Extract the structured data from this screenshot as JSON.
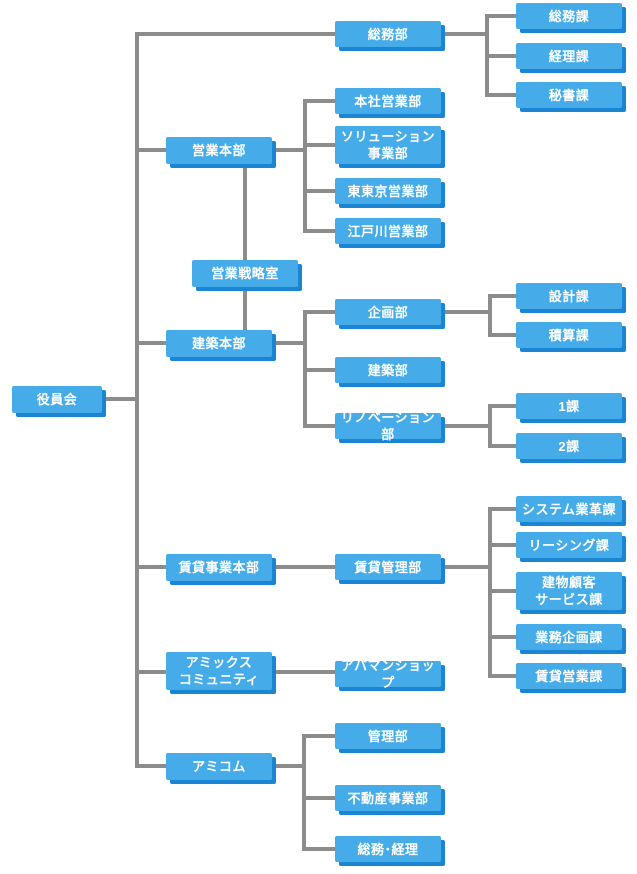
{
  "colors": {
    "accent": "#46ACE9",
    "shadow": "#1A85D3",
    "line": "#8C8C8C",
    "text": "#ffffff",
    "background": "#ffffff"
  },
  "nodes": {
    "yakuinkai": {
      "label": "役員会"
    },
    "soumu_bu": {
      "label": "総務部"
    },
    "soumu_ka": {
      "label": "総務課"
    },
    "keiri_ka": {
      "label": "経理課"
    },
    "hisho_ka": {
      "label": "秘書課"
    },
    "eigyo_honbu": {
      "label": "営業本部"
    },
    "honsha_eigyo_bu": {
      "label": "本社営業部"
    },
    "solution_jigyo_bu": {
      "label": "ソリューション\n事業部"
    },
    "higashi_tokyo_eigyo_bu": {
      "label": "東東京営業部"
    },
    "edogawa_eigyo_bu": {
      "label": "江戸川営業部"
    },
    "eigyo_senryaku_shitsu": {
      "label": "営業戦略室"
    },
    "kenchiku_honbu": {
      "label": "建築本部"
    },
    "kikaku_bu": {
      "label": "企画部"
    },
    "sekkei_ka": {
      "label": "設計課"
    },
    "sekisan_ka": {
      "label": "積算課"
    },
    "kenchiku_bu": {
      "label": "建築部"
    },
    "renovation_bu": {
      "label": "リノベーション部"
    },
    "ka_1": {
      "label": "1課"
    },
    "ka_2": {
      "label": "2課"
    },
    "chintai_jigyo_honbu": {
      "label": "賃貸事業本部"
    },
    "chintai_kanri_bu": {
      "label": "賃貸管理部"
    },
    "system_gyokaku_ka": {
      "label": "システム業革課"
    },
    "leasing_ka": {
      "label": "リーシング課"
    },
    "tatemono_kokyaku_service_ka": {
      "label": "建物顧客\nサービス課"
    },
    "gyomu_kikaku_ka": {
      "label": "業務企画課"
    },
    "chintai_eigyo_ka": {
      "label": "賃貸営業課"
    },
    "amix_community": {
      "label": "アミックス\nコミュニティ"
    },
    "apaman_shop": {
      "label": "アパマンショップ"
    },
    "amicom": {
      "label": "アミコム"
    },
    "kanri_bu": {
      "label": "管理部"
    },
    "fudosan_jigyo_bu": {
      "label": "不動産事業部"
    },
    "soumu_keiri": {
      "label": "総務･経理"
    }
  },
  "hierarchy": {
    "root": "yakuinkai",
    "children": {
      "yakuinkai": [
        "soumu_bu",
        "eigyo_honbu",
        "kenchiku_honbu",
        "chintai_jigyo_honbu",
        "amix_community",
        "amicom"
      ],
      "soumu_bu": [
        "soumu_ka",
        "keiri_ka",
        "hisho_ka"
      ],
      "eigyo_honbu": [
        "honsha_eigyo_bu",
        "solution_jigyo_bu",
        "higashi_tokyo_eigyo_bu",
        "edogawa_eigyo_bu"
      ],
      "kenchiku_honbu": [
        "kikaku_bu",
        "kenchiku_bu",
        "renovation_bu"
      ],
      "kikaku_bu": [
        "sekkei_ka",
        "sekisan_ka"
      ],
      "renovation_bu": [
        "ka_1",
        "ka_2"
      ],
      "chintai_jigyo_honbu": [
        "chintai_kanri_bu"
      ],
      "chintai_kanri_bu": [
        "system_gyokaku_ka",
        "leasing_ka",
        "tatemono_kokyaku_service_ka",
        "gyomu_kikaku_ka",
        "chintai_eigyo_ka"
      ],
      "amix_community": [
        "apaman_shop"
      ],
      "amicom": [
        "kanri_bu",
        "fudosan_jigyo_bu",
        "soumu_keiri"
      ]
    },
    "vertical_link": [
      "eigyo_honbu",
      "eigyo_senryaku_shitsu",
      "kenchiku_honbu"
    ]
  }
}
